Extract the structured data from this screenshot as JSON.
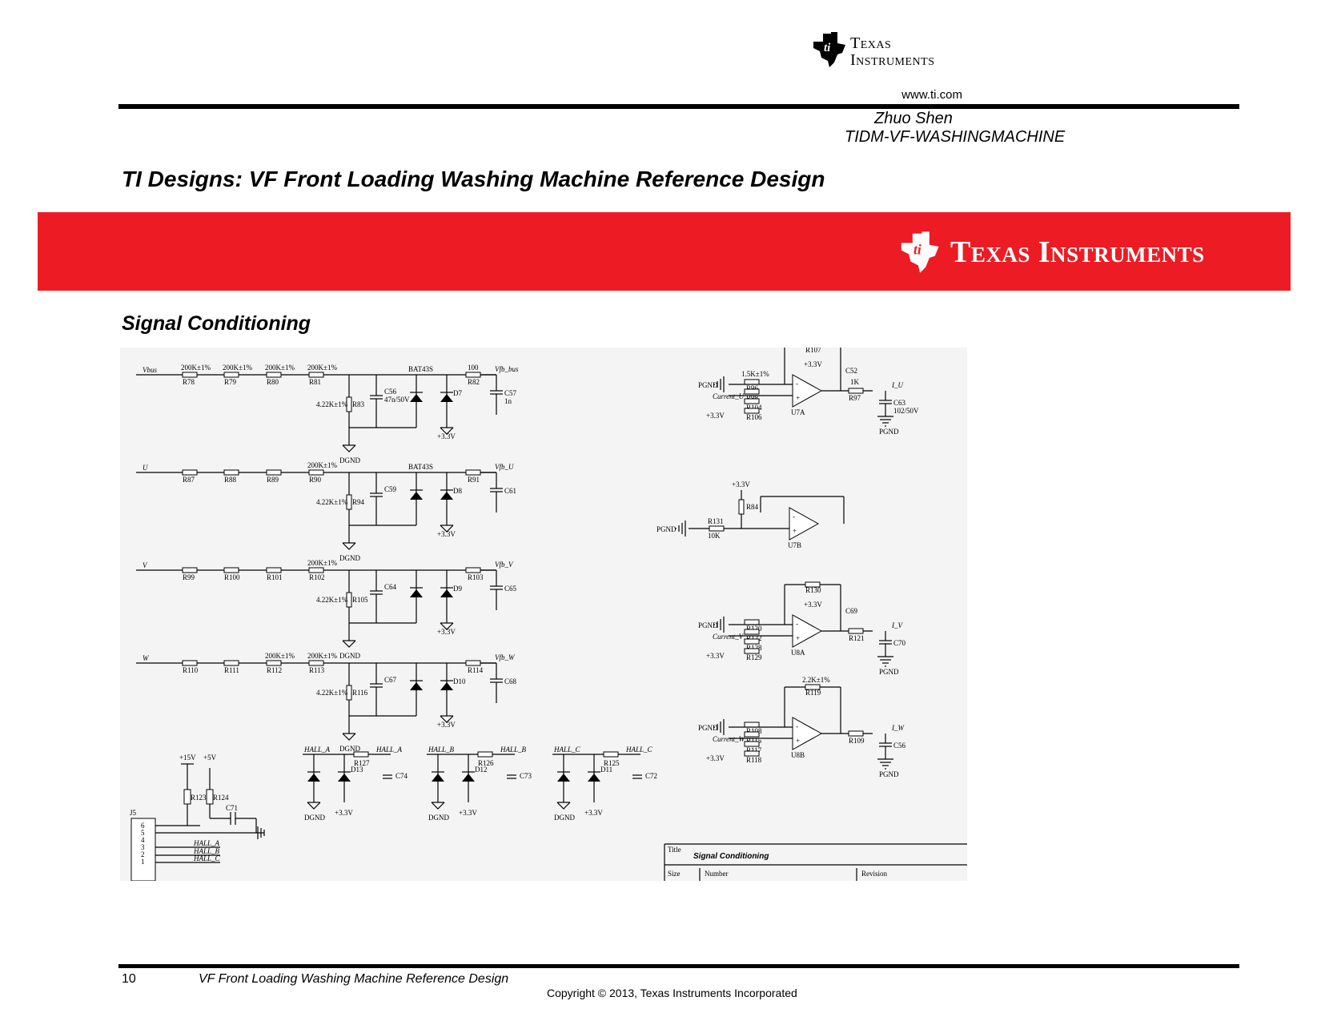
{
  "header": {
    "logo_text_line1": "Texas",
    "logo_text_line2": "Instruments",
    "website": "www.ti.com",
    "author": "Zhuo Shen",
    "design_id": "TIDM-VF-WASHINGMACHINE"
  },
  "document": {
    "title": "TI Designs:  VF Front Loading Washing Machine Reference Design",
    "banner_logo_text": "Texas Instruments",
    "section_title": "Signal Conditioning"
  },
  "schematic": {
    "channels": [
      {
        "input": "Vbus",
        "output": "Vfb_bus",
        "resistors": [
          "R78",
          "R79",
          "R80",
          "R81"
        ],
        "res_values": [
          "200K±1%",
          "200K±1%",
          "200K±1%",
          "200K±1%"
        ],
        "shunt": "R83",
        "shunt_value": "4.22K±1%",
        "cap": "C56",
        "cap_value": "47n/50V",
        "diode_label": "BAT43S",
        "diode": "D7",
        "series_r": "R82",
        "series_r_value": "100",
        "out_cap": "C57",
        "out_cap_value": "1n",
        "gnd": "DGND",
        "supply": "+3.3V"
      },
      {
        "input": "U",
        "output": "Vfb_U",
        "resistors": [
          "R87",
          "R88",
          "R89",
          "R90"
        ],
        "res_values": [
          "",
          "",
          "",
          "200K±1%"
        ],
        "shunt": "R94",
        "shunt_value": "4.22K±1%",
        "cap": "C59",
        "cap_value": "",
        "diode_label": "BAT43S",
        "diode": "D8",
        "series_r": "R91",
        "series_r_value": "",
        "out_cap": "C61",
        "out_cap_value": "",
        "gnd": "DGND",
        "supply": "+3.3V"
      },
      {
        "input": "V",
        "output": "Vfb_V",
        "resistors": [
          "R99",
          "R100",
          "R101",
          "R102"
        ],
        "res_values": [
          "",
          "",
          "",
          "200K±1%"
        ],
        "shunt": "R105",
        "shunt_value": "4.22K±1%",
        "cap": "C64",
        "cap_value": "",
        "diode_label": "",
        "diode": "D9",
        "series_r": "R103",
        "series_r_value": "",
        "out_cap": "C65",
        "out_cap_value": "",
        "gnd": "DGND",
        "supply": "+3.3V"
      },
      {
        "input": "W",
        "output": "Vfb_W",
        "resistors": [
          "R110",
          "R111",
          "R112",
          "R113"
        ],
        "res_values": [
          "",
          "",
          "200K±1%",
          "200K±1%"
        ],
        "shunt": "R116",
        "shunt_value": "4.22K±1%",
        "cap": "C67",
        "cap_value": "",
        "diode_label": "",
        "diode": "D10",
        "series_r": "R114",
        "series_r_value": "",
        "out_cap": "C68",
        "out_cap_value": "",
        "gnd": "DGND",
        "supply": "+3.3V"
      }
    ],
    "connector": {
      "ref": "J5",
      "pins": [
        "6",
        "5",
        "4",
        "3",
        "2",
        "1"
      ],
      "nets": [
        "HALL_A",
        "HALL_B",
        "HALL_C"
      ],
      "supplies": [
        "+15V",
        "+5V"
      ],
      "resistors": [
        "R123",
        "R124"
      ],
      "cap": "C71"
    },
    "hall_blocks": [
      {
        "net": "HALL_A",
        "resistor": "R127",
        "diode": "D13",
        "cap": "C74",
        "gnd": "DGND",
        "supply": "+3.3V"
      },
      {
        "net": "HALL_B",
        "resistor": "R126",
        "diode": "D12",
        "cap": "C73",
        "gnd": "DGND",
        "supply": "+3.3V"
      },
      {
        "net": "HALL_C",
        "resistor": "R125",
        "diode": "D11",
        "cap": "C72",
        "gnd": "DGND",
        "supply": "+3.3V"
      }
    ],
    "amp_u": {
      "opamp": "U7A",
      "feedback": "R107",
      "cap": "C52",
      "in_labels": [
        "PGND",
        "Current_U",
        "+3.3V"
      ],
      "resistors": [
        "R96",
        "R98",
        "R104",
        "R106"
      ],
      "res_value": "1.5K±1%",
      "out_r": "R97",
      "out_r_value": "1K",
      "out_cap": "C63",
      "out_cap_value": "102/50V",
      "output": "I_U",
      "gnd": "PGND",
      "supply": "+3.3V"
    },
    "amp_ref": {
      "opamp": "U7B",
      "resistors": [
        "R84",
        "R131"
      ],
      "res_value": "10K",
      "gnd": "PGND",
      "supply": "+3.3V"
    },
    "amp_v": {
      "opamp": "U8A",
      "feedback": "R130",
      "cap": "C69",
      "in_labels": [
        "PGND",
        "Current_V",
        "+3.3V"
      ],
      "resistors": [
        "R120",
        "R122",
        "R128",
        "R129"
      ],
      "out_r": "R121",
      "out_cap": "C70",
      "output": "I_V",
      "gnd": "PGND",
      "supply": "+3.3V"
    },
    "amp_w": {
      "opamp": "U8B",
      "feedback": "R119",
      "feedback_value": "2.2K±1%",
      "in_labels": [
        "PGND",
        "Current_W",
        "+3.3V"
      ],
      "resistors": [
        "R108",
        "R115",
        "R117",
        "R118"
      ],
      "out_r": "R109",
      "out_cap": "C56",
      "output": "I_W",
      "gnd": "PGND"
    },
    "title_block": {
      "title_label": "Title",
      "title": "Signal Conditioning",
      "size_label": "Size",
      "number_label": "Number",
      "revision_label": "Revision"
    }
  },
  "footer": {
    "page_number": "10",
    "doc_title": "VF Front Loading Washing Machine Reference Design",
    "copyright": "Copyright © 2013, Texas Instruments Incorporated"
  },
  "colors": {
    "banner": "#ed1c24",
    "text": "#000000",
    "white": "#ffffff"
  }
}
